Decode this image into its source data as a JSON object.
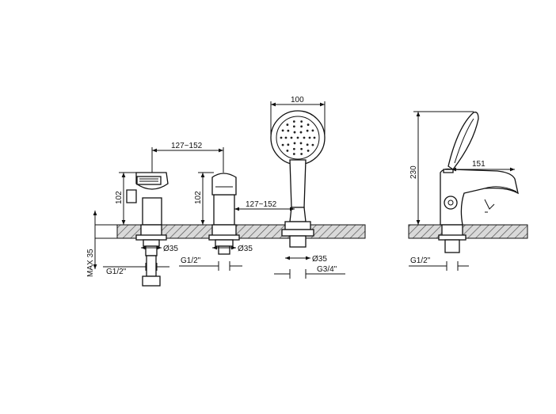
{
  "dimensions": {
    "spacing_top": "127~152",
    "spacing_mid": "127~152",
    "height_left": "102",
    "height_mid": "102",
    "max_depth": "MAX 35",
    "hole_left": "Ø35",
    "hole_mid": "Ø35",
    "hole_right": "Ø35",
    "thread_left": "G1/2\"",
    "thread_mid": "G1/2\"",
    "thread_right": "G3/4\"",
    "shower_width": "100",
    "side_height": "230",
    "side_reach": "151",
    "side_thread": "G1/2\""
  },
  "colors": {
    "line": "#111111",
    "background": "#ffffff",
    "hatch": "#555555"
  }
}
